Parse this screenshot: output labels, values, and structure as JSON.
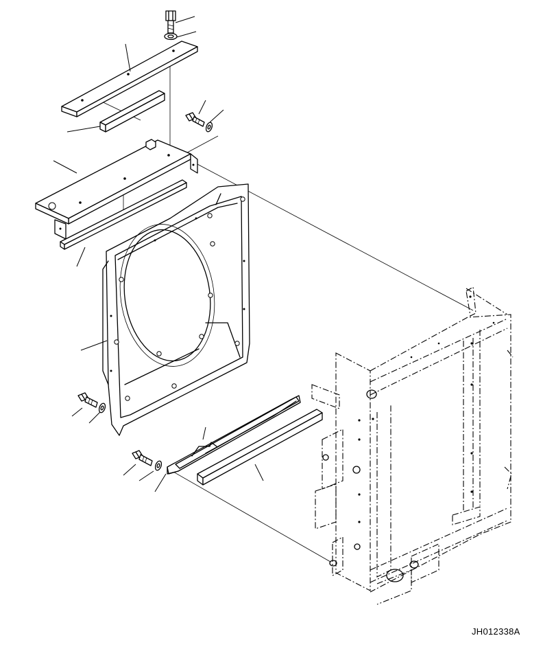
{
  "drawing": {
    "id_label": "JH012338A"
  },
  "parts": [
    {
      "name": "top-bolt"
    },
    {
      "name": "top-washer"
    },
    {
      "name": "upper-cover-plate"
    },
    {
      "name": "upper-seal-block"
    },
    {
      "name": "side-bolt"
    },
    {
      "name": "side-washer"
    },
    {
      "name": "upper-bracket"
    },
    {
      "name": "upper-seal-strip"
    },
    {
      "name": "fan-shroud"
    },
    {
      "name": "lower-left-bolt"
    },
    {
      "name": "lower-left-washer"
    },
    {
      "name": "lower-bracket"
    },
    {
      "name": "lower-bolt"
    },
    {
      "name": "lower-washer"
    },
    {
      "name": "lower-seal-block"
    },
    {
      "name": "radiator-frame"
    }
  ]
}
